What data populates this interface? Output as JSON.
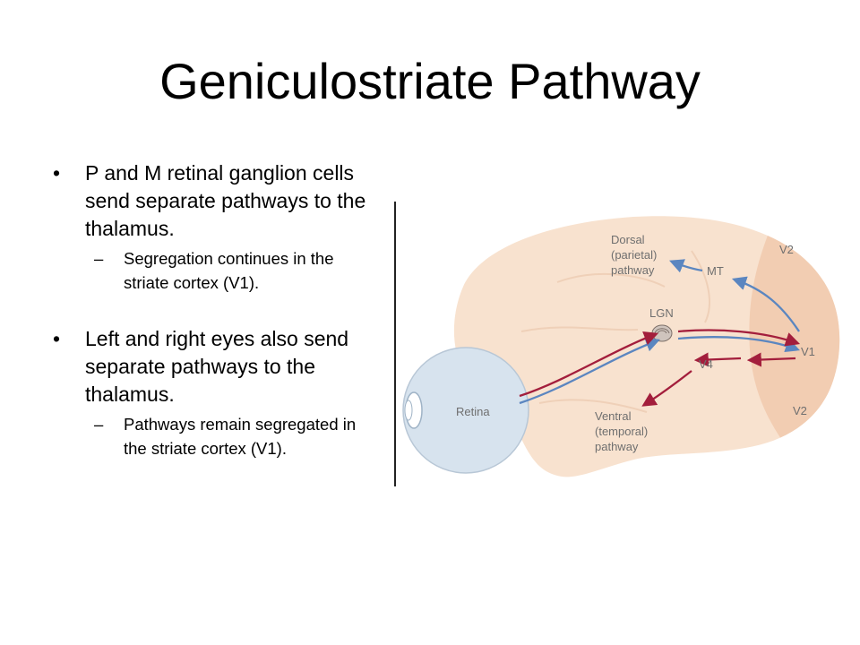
{
  "slide": {
    "title": "Geniculostriate Pathway",
    "bullets": [
      {
        "text": "P and M retinal ganglion cells send separate pathways to the thalamus.",
        "sub": "Segregation continues in the striate cortex (V1)."
      },
      {
        "text": "Left and right eyes also send separate pathways to the thalamus.",
        "sub": "Pathways remain segregated in the striate cortex (V1)."
      }
    ],
    "bullet_glyph": "•",
    "sub_glyph": "–"
  },
  "figure": {
    "labels": {
      "dorsal": [
        "Dorsal",
        "(parietal)",
        "pathway"
      ],
      "ventral": [
        "Ventral",
        "(temporal)",
        "pathway"
      ],
      "mt": "MT",
      "lgn": "LGN",
      "v1": "V1",
      "v2_top": "V2",
      "v2_bottom": "V2",
      "v4": "V4",
      "retina": "Retina"
    },
    "colors": {
      "brain": "#f8e2cf",
      "occipital": "#f2cdb2",
      "eye": "#d7e3ee",
      "magno_arrow": "#5b86c0",
      "parvo_arrow": "#a31e3c",
      "label": "#6f6f6f"
    }
  }
}
